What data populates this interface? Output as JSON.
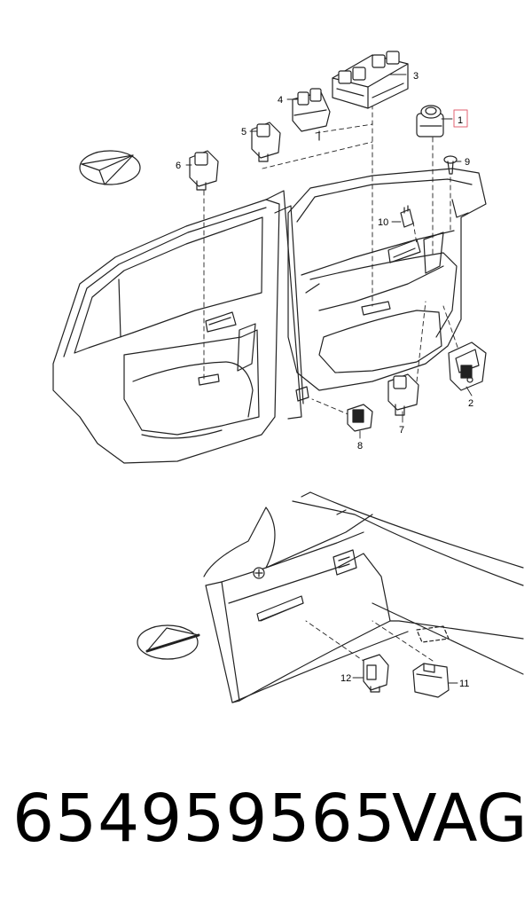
{
  "diagram": {
    "callouts": [
      "1",
      "2",
      "3",
      "4",
      "5",
      "6",
      "7",
      "8",
      "9",
      "10",
      "11",
      "12"
    ],
    "highlighted_callout": "1",
    "highlight_color": "#e06070"
  },
  "footer": {
    "part_number": "654959565",
    "brand": "VAG"
  }
}
